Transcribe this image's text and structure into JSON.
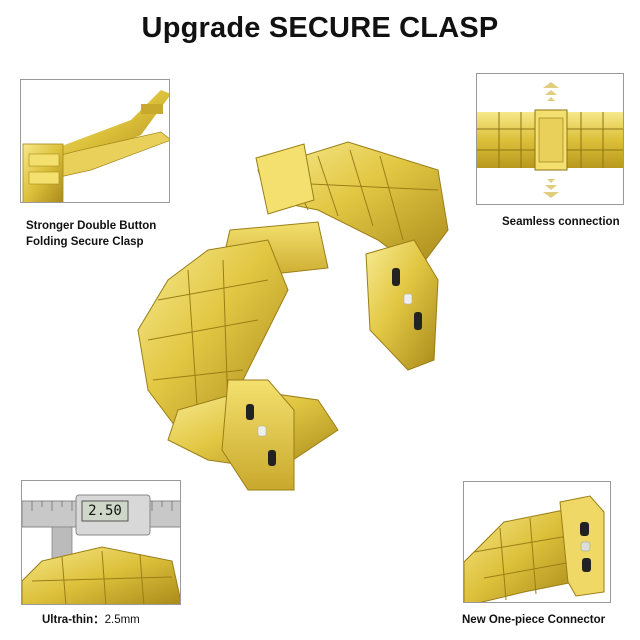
{
  "title": "Upgrade SECURE CLASP",
  "features": {
    "clasp": {
      "line1": "Stronger Double Button",
      "line2": "Folding Secure Clasp"
    },
    "connection": {
      "label": "Seamless connection"
    },
    "thin": {
      "label": "Ultra-thin：",
      "value": "2.5mm",
      "display": "2.50"
    },
    "connector": {
      "label": "New One-piece Connector"
    }
  },
  "colors": {
    "gold_light": "#f4e06e",
    "gold_mid": "#dcc03a",
    "gold_dark": "#a8891a",
    "frame": "#9a9a9a"
  }
}
